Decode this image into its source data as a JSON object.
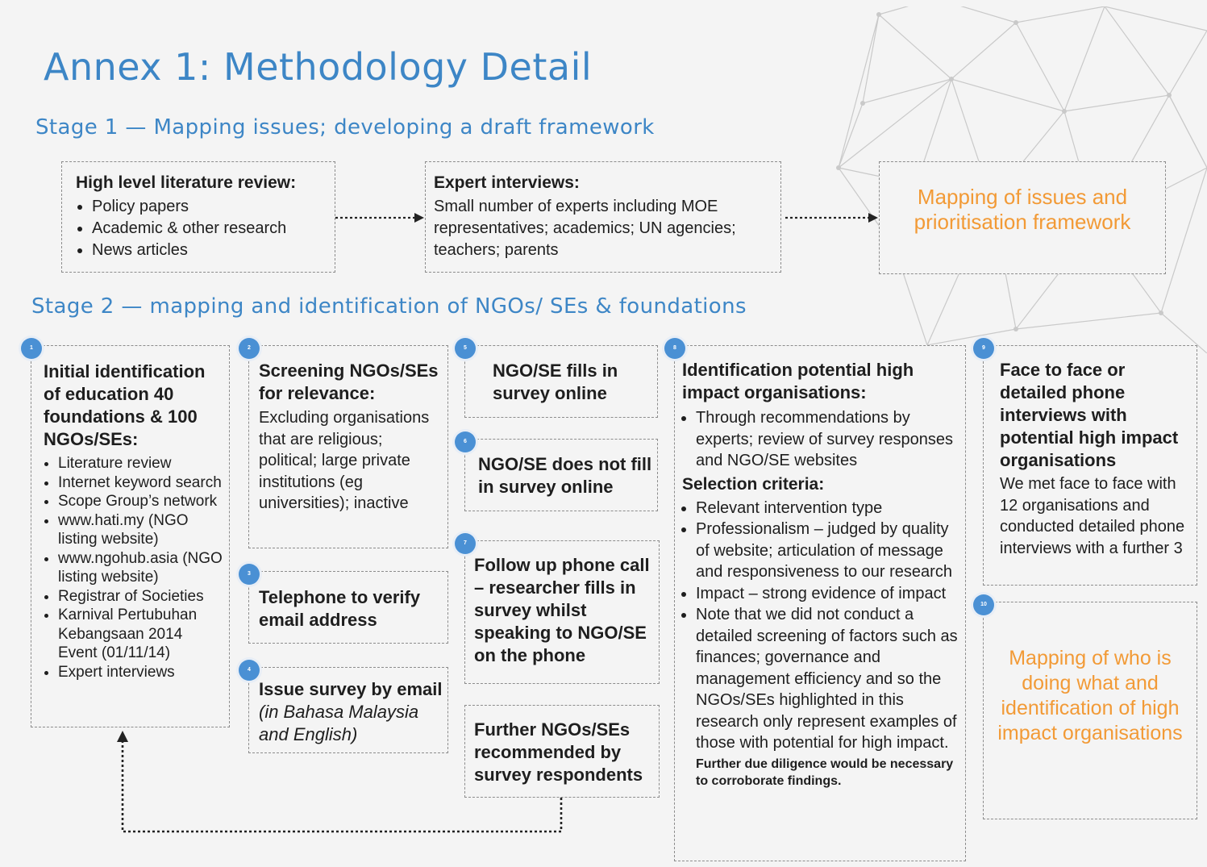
{
  "title": "Annex 1: Methodology Detail",
  "colors": {
    "blue": "#3d86c6",
    "orange": "#f29a36",
    "badge": "#4a90d4"
  },
  "stage1": {
    "heading": "Stage 1 — Mapping issues; developing a draft framework",
    "lit": {
      "title": "High level literature review:",
      "items": [
        "Policy papers",
        "Academic & other  research",
        "News articles"
      ]
    },
    "expert": {
      "title": "Expert interviews:",
      "text": "Small number of experts including MOE representatives; academics; UN agencies; teachers; parents"
    },
    "result": "Mapping of issues and prioritisation framework"
  },
  "stage2": {
    "heading": "Stage 2 — mapping and identification of NGOs/ SEs & foundations",
    "b1": {
      "num": "1",
      "title": "Initial identification of education 40 foundations & 100 NGOs/SEs:",
      "items": [
        "Literature review",
        "Internet keyword search",
        "Scope Group’s network",
        "www.hati.my (NGO listing website)",
        "www.ngohub.asia (NGO listing website)",
        "Registrar of Societies",
        "Karnival Pertubuhan Kebangsaan 2014 Event (01/11/14)",
        "Expert interviews"
      ]
    },
    "b2": {
      "num": "2",
      "title": "Screening NGOs/SEs for relevance:",
      "text": "Excluding organisations that are religious; political; large private institutions (eg universities); inactive"
    },
    "b3": {
      "num": "3",
      "title": "Telephone to verify email address"
    },
    "b4": {
      "num": "4",
      "title": "Issue survey by email",
      "italic": "(in Bahasa Malaysia and English)"
    },
    "b5": {
      "num": "5",
      "title": "NGO/SE fills in survey online"
    },
    "b6": {
      "num": "6",
      "title": "NGO/SE does not fill in survey online"
    },
    "b7": {
      "num": "7",
      "title": "Follow up phone call – researcher fills in survey whilst speaking to NGO/SE on the phone"
    },
    "bf": {
      "title": "Further NGOs/SEs recommended by survey respondents"
    },
    "b8": {
      "num": "8",
      "title": "Identification potential high impact organisations:",
      "items1": [
        "Through recommendations by experts; review of survey responses and NGO/SE websites"
      ],
      "subtitle": "Selection criteria:",
      "items2": [
        "Relevant intervention type",
        "Professionalism – judged by quality of website; articulation of message and responsiveness to our research",
        "Impact – strong evidence of impact",
        "Note that we did not conduct a detailed screening of factors such as finances; governance and management efficiency and so the NGOs/SEs highlighted in this research only represent examples of those with potential for high impact."
      ],
      "note": "Further due diligence would be necessary to corroborate findings."
    },
    "b9": {
      "num": "9",
      "title": "Face to face or detailed phone interviews with potential high impact organisations",
      "text": "We met face to face with 12 organisations and conducted detailed phone interviews with a further 3"
    },
    "b10": {
      "num": "10",
      "title": "Mapping of who is doing what and identification of high impact organisations"
    }
  }
}
